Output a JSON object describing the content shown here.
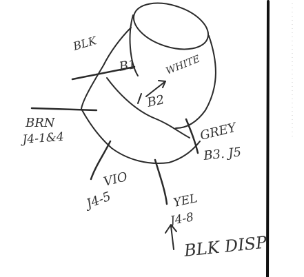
{
  "labels": {
    "blk": "BLK",
    "b1": "B1",
    "white": "WHITE",
    "b2": "B2",
    "brn": "BRN",
    "brn_pin": "J4-1&4",
    "grey": "GREY",
    "grey_pin": "B3. J5",
    "vio": "VIO",
    "vio_pin": "J4-5",
    "yel": "YEL",
    "yel_pin": "J4-8",
    "blk_disp": "BLK DISP"
  }
}
